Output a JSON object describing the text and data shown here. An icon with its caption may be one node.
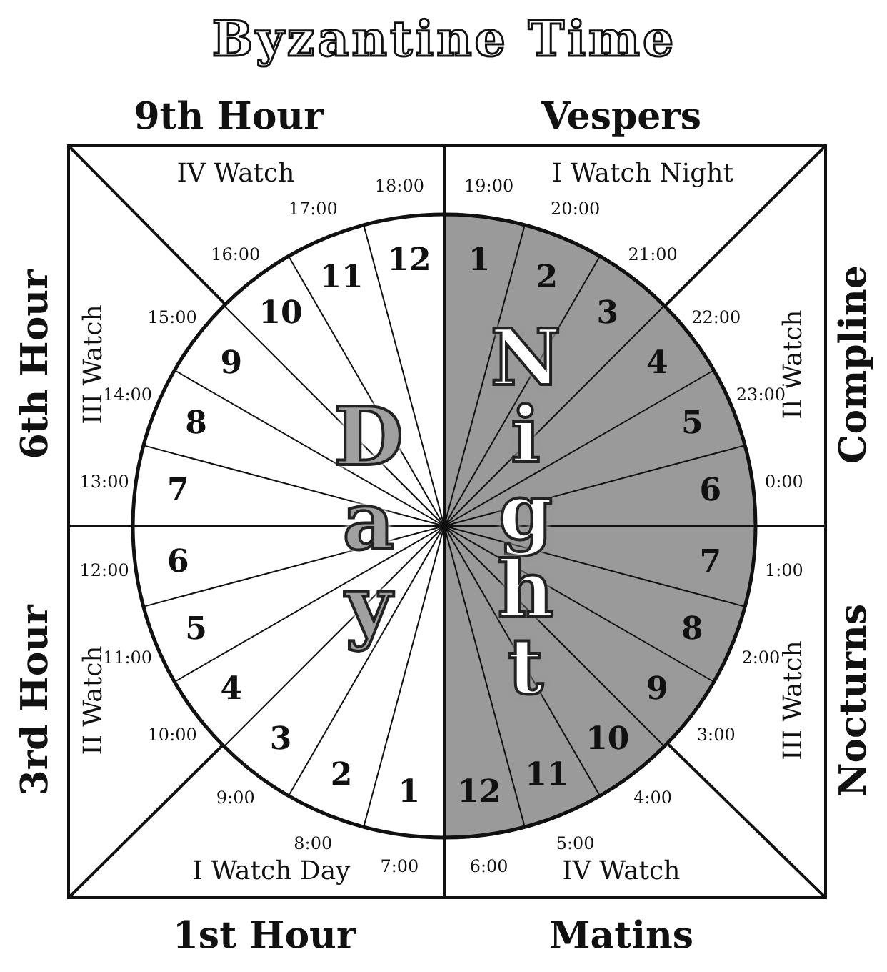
{
  "diagram": {
    "title": "Byzantine Time",
    "labels": [
      "9th Hour",
      "Vespers",
      "6th Hour",
      "Compline",
      "3rd Hour",
      "Nocturns",
      "1st Hour",
      "Matins",
      "IV Watch",
      "I Watch Night",
      "III Watch",
      "II Watch",
      "II Watch",
      "III Watch",
      "I Watch Day",
      "IV Watch",
      "Day",
      "Night",
      "1",
      "7:00",
      "2",
      "8:00",
      "3",
      "9:00",
      "4",
      "10:00",
      "5",
      "11:00",
      "6",
      "12:00",
      "7",
      "13:00",
      "8",
      "14:00",
      "9",
      "15:00",
      "10",
      "16:00",
      "11",
      "17:00",
      "12",
      "18:00",
      "1",
      "19:00",
      "2",
      "20:00",
      "3",
      "21:00",
      "4",
      "22:00",
      "5",
      "23:00",
      "6",
      "0:00",
      "7",
      "1:00",
      "8",
      "2:00",
      "9",
      "3:00",
      "10",
      "4:00",
      "11",
      "5:00",
      "12",
      "6:00"
    ]
  }
}
